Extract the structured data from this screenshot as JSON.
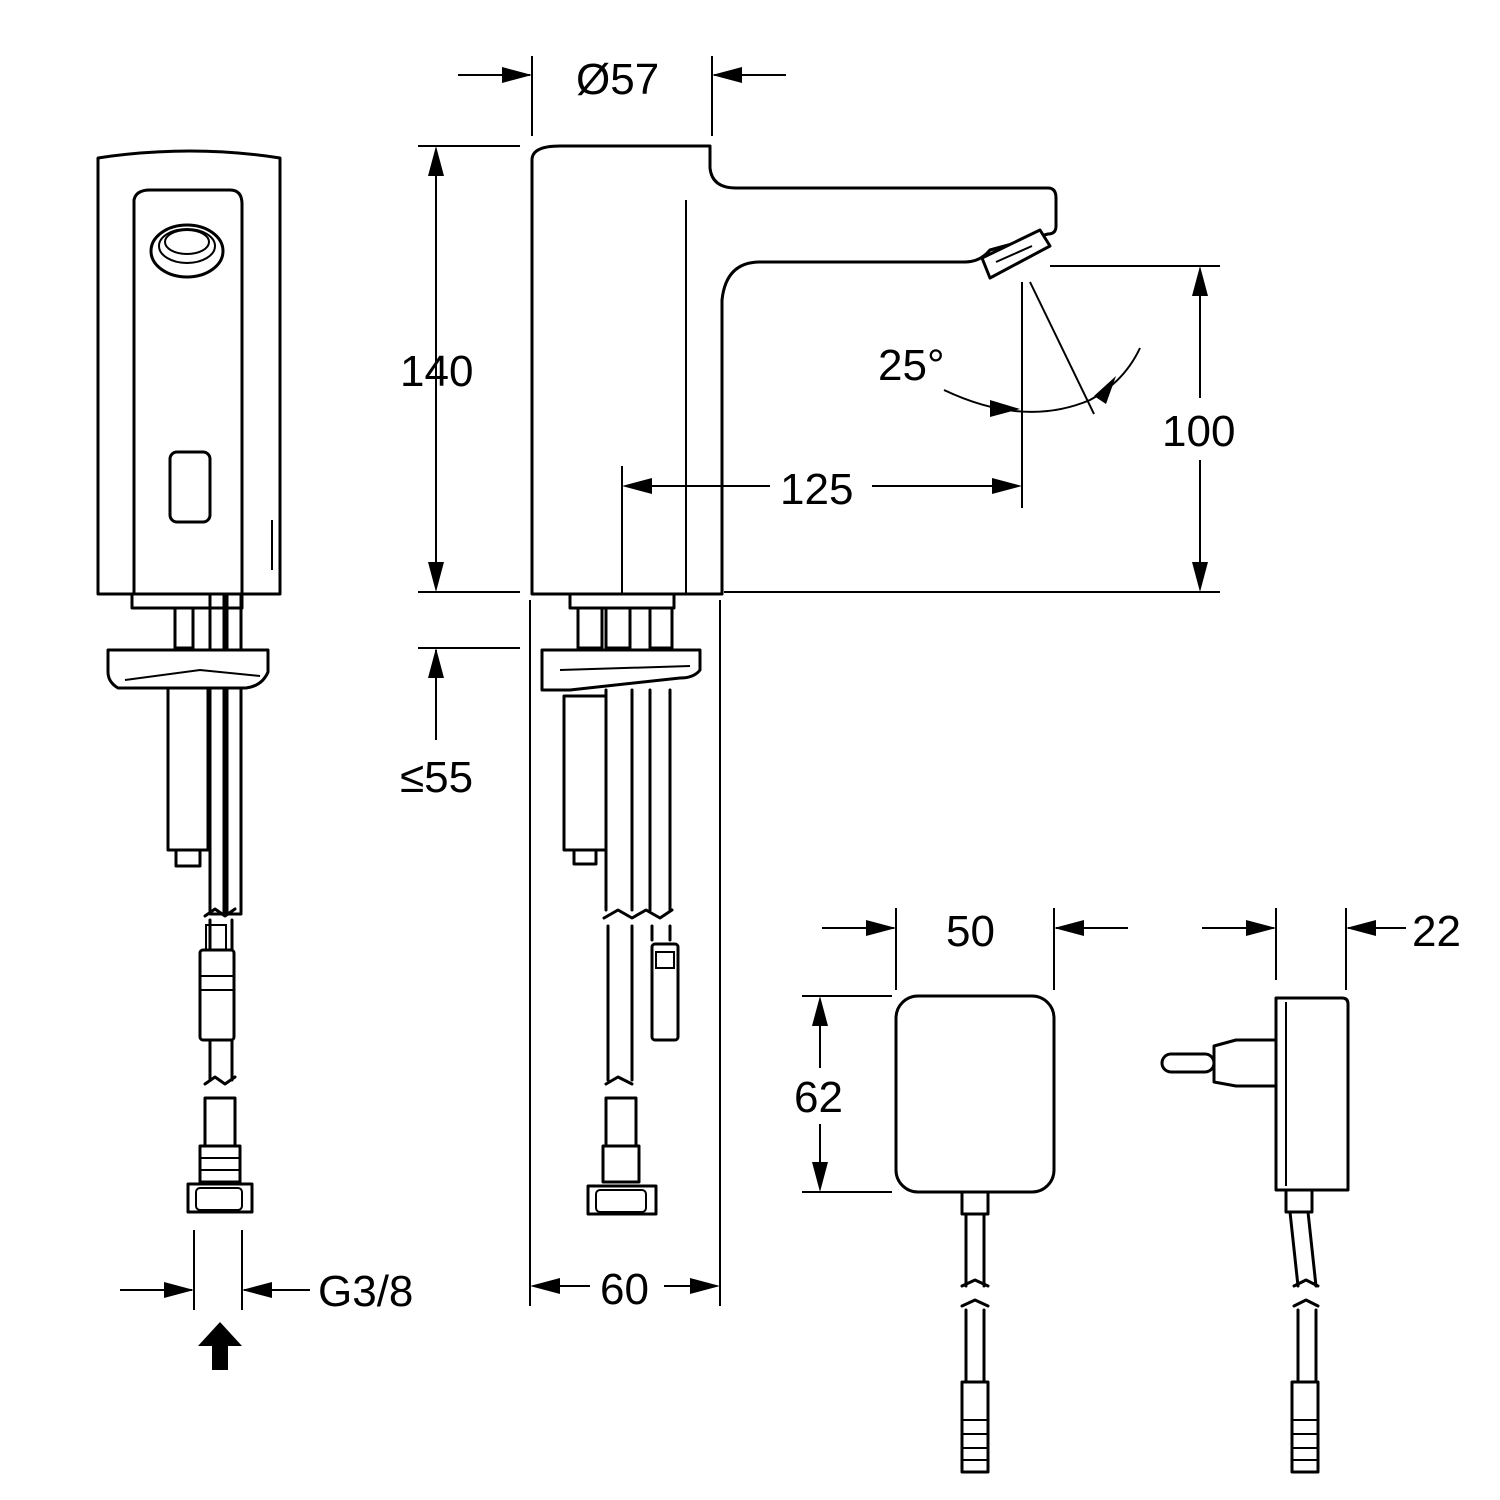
{
  "labels": {
    "diameter": "Ø57",
    "height": "140",
    "below_deck": "≤55",
    "reach": "125",
    "spout_height": "100",
    "angle": "25°",
    "base_width": "60",
    "connection": "G3/8",
    "adapter_width": "50",
    "adapter_height": "62",
    "adapter_depth": "22"
  }
}
